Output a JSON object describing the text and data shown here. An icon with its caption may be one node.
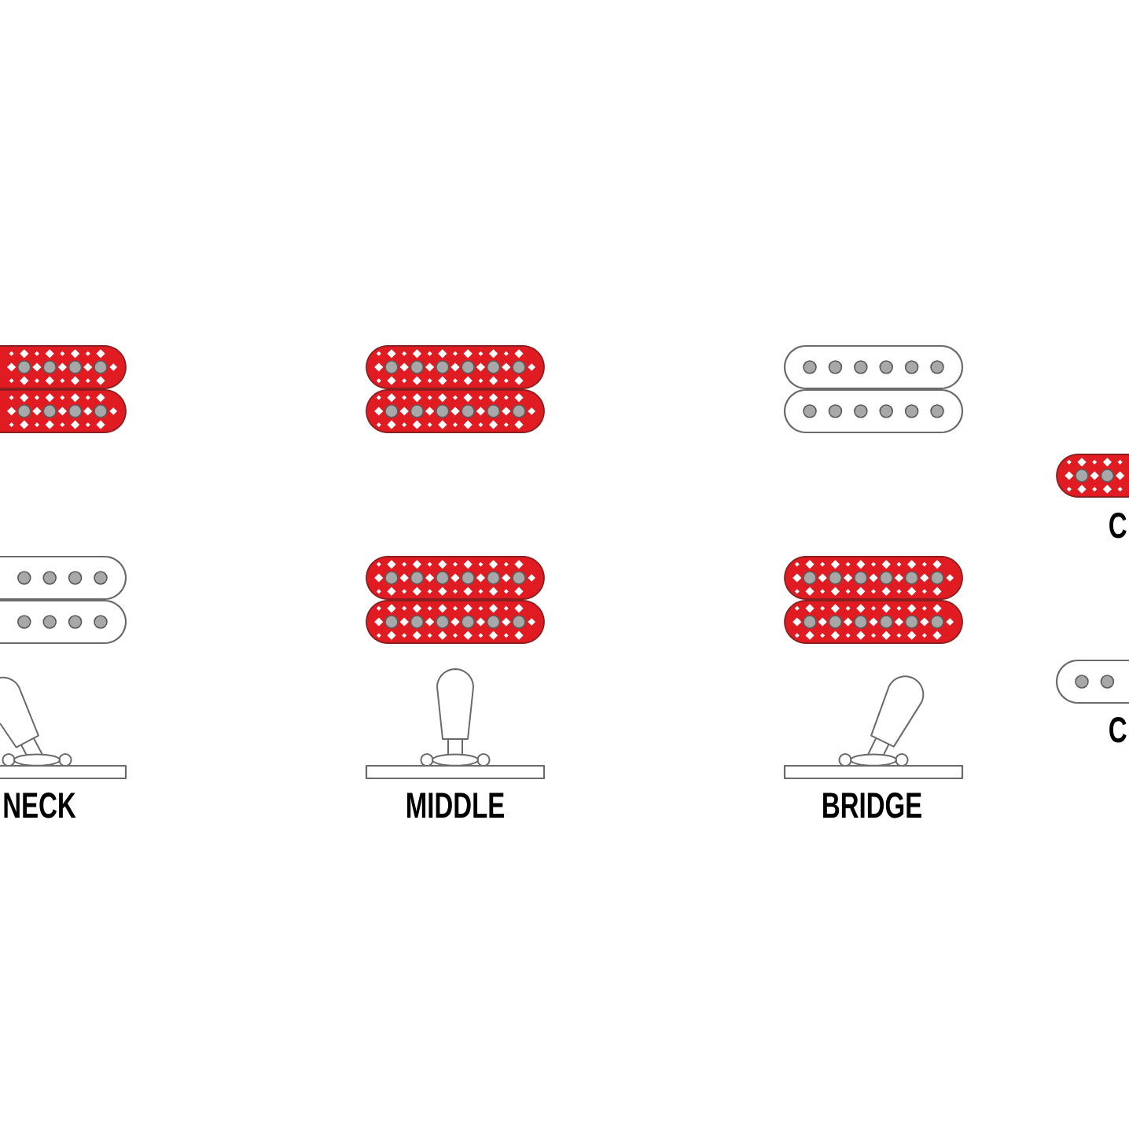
{
  "diagram": {
    "labels": [
      "NECK",
      "MIDDLE",
      "BRIDGE",
      "C",
      "C"
    ]
  }
}
